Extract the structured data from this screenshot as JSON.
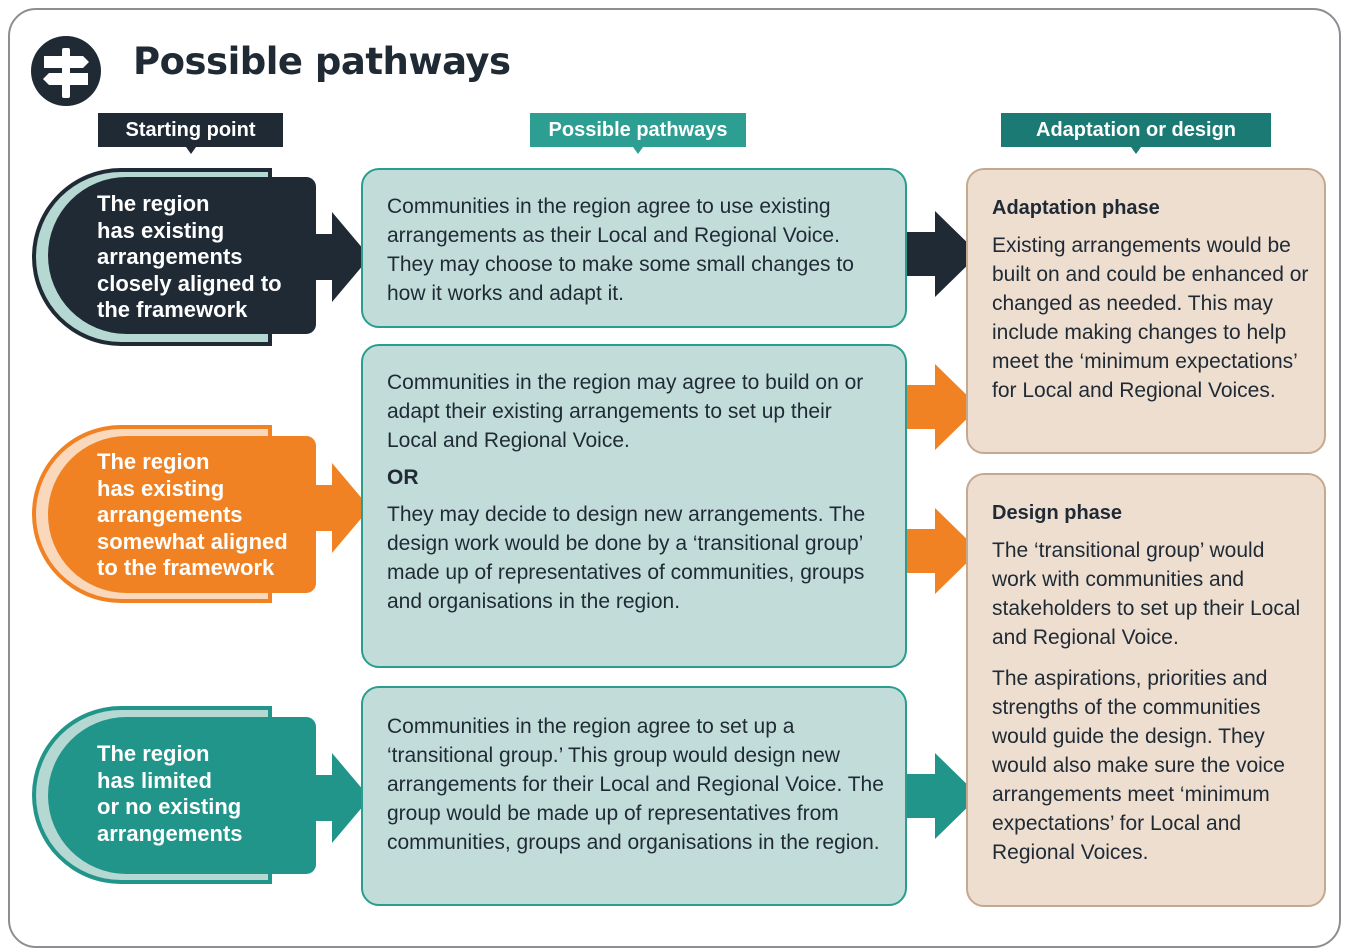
{
  "title": "Possible pathways",
  "headers": {
    "starting": "Starting point",
    "pathways": "Possible pathways",
    "adaptation": "Adaptation or design"
  },
  "starting_points": [
    {
      "lines": [
        "The region",
        "has existing",
        "arrangements",
        "closely aligned to",
        "the framework"
      ],
      "color": "#1f2a35"
    },
    {
      "lines": [
        "The region",
        "has existing",
        "arrangements",
        "somewhat aligned",
        "to the framework"
      ],
      "color": "#f08223"
    },
    {
      "lines": [
        "The region",
        "has limited",
        "or no existing",
        "arrangements"
      ],
      "color": "#21958a"
    }
  ],
  "pathways": [
    {
      "text": "Communities in the region agree to use existing arrangements as their Local and Regional Voice. They may choose to make some small changes to how it works and adapt it."
    },
    {
      "text_a": "Communities in the region may agree to build on or adapt their existing arrangements to set up their Local and Regional Voice.",
      "or": "OR",
      "text_b": "They may decide to design new arrangements. The design work would be done by a ‘transitional group’ made up of representatives of communities, groups and organisations in the region."
    },
    {
      "text": "Communities in the region agree to set up a ‘transitional group.’ This group would design new arrangements for their Local and Regional Voice. The group would be made up of representatives from communities, groups and organisations in the region."
    }
  ],
  "phases": {
    "adaptation": {
      "heading": "Adaptation phase",
      "text": "Existing arrangements would be built on and could be enhanced or changed as needed. This may include making changes to help meet the ‘minimum expectations’ for Local and Regional Voices."
    },
    "design": {
      "heading": "Design phase",
      "text_a": "The ‘transitional group’ would work with communities and stakeholders to set up their Local and Regional Voice.",
      "text_b": "The aspirations, priorities and strengths of the communities would guide the design. They would also make sure the voice arrangements meet ‘minimum expectations’ for Local and Regional Voices."
    }
  },
  "colors": {
    "dark": "#1f2a35",
    "orange": "#f08223",
    "teal": "#21958a",
    "box_fill": "#c2ddd9",
    "phase_fill": "#eeded0"
  },
  "icons": {
    "logo": "signpost-icon"
  }
}
